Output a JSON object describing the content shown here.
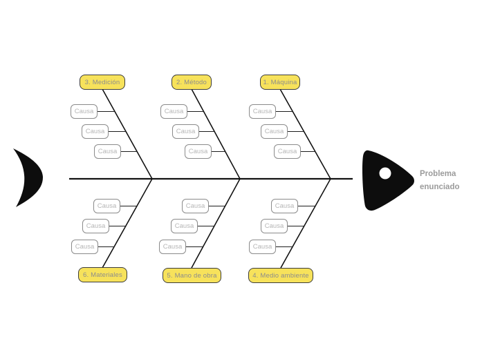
{
  "problem": {
    "label": "Problema enunciado"
  },
  "branches": [
    {
      "label": "3. Medición",
      "side": "top",
      "causes": [
        "Causa",
        "Causa",
        "Causa"
      ]
    },
    {
      "label": "2. Método",
      "side": "top",
      "causes": [
        "Causa",
        "Causa",
        "Causa"
      ]
    },
    {
      "label": "1. Máquina",
      "side": "top",
      "causes": [
        "Causa",
        "Causa",
        "Causa"
      ]
    },
    {
      "label": "6. Materiales",
      "side": "bottom",
      "causes": [
        "Causa",
        "Causa",
        "Causa"
      ]
    },
    {
      "label": "5. Mano de obra",
      "side": "bottom",
      "causes": [
        "Causa",
        "Causa",
        "Causa"
      ]
    },
    {
      "label": "4. Medio ambiente",
      "side": "bottom",
      "causes": [
        "Causa",
        "Causa",
        "Causa"
      ]
    }
  ],
  "colors": {
    "category_fill": "#F7E25B",
    "category_border": "#3B3B3B",
    "category_text": "#8C8C8C",
    "cause_fill": "#FFFFFF",
    "cause_border": "#8A8A8A",
    "cause_text": "#B5B5B5",
    "line": "#121212",
    "fish_shape": "#0D0D0D",
    "problem_text": "#9B9B9B",
    "background": "#FFFFFF"
  }
}
